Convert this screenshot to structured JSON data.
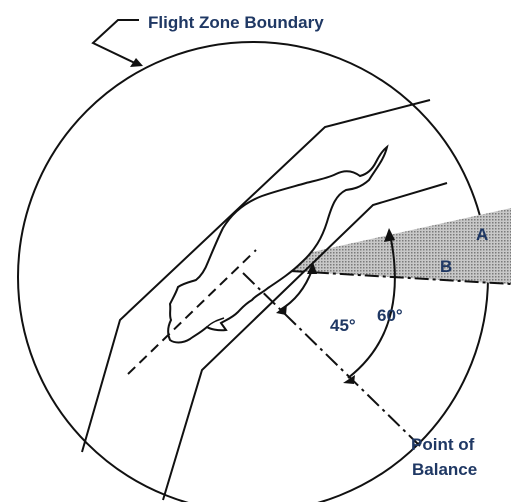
{
  "labels": {
    "flight_zone": "Flight Zone Boundary",
    "zone_a": "A",
    "zone_b": "B",
    "angle_45": "45°",
    "angle_60": "60°",
    "point_of_balance_line1": "Point of",
    "point_of_balance_line2": "Balance"
  },
  "colors": {
    "label_text": "#1f3864",
    "line": "#111111",
    "shade": "#9a9a9a"
  }
}
